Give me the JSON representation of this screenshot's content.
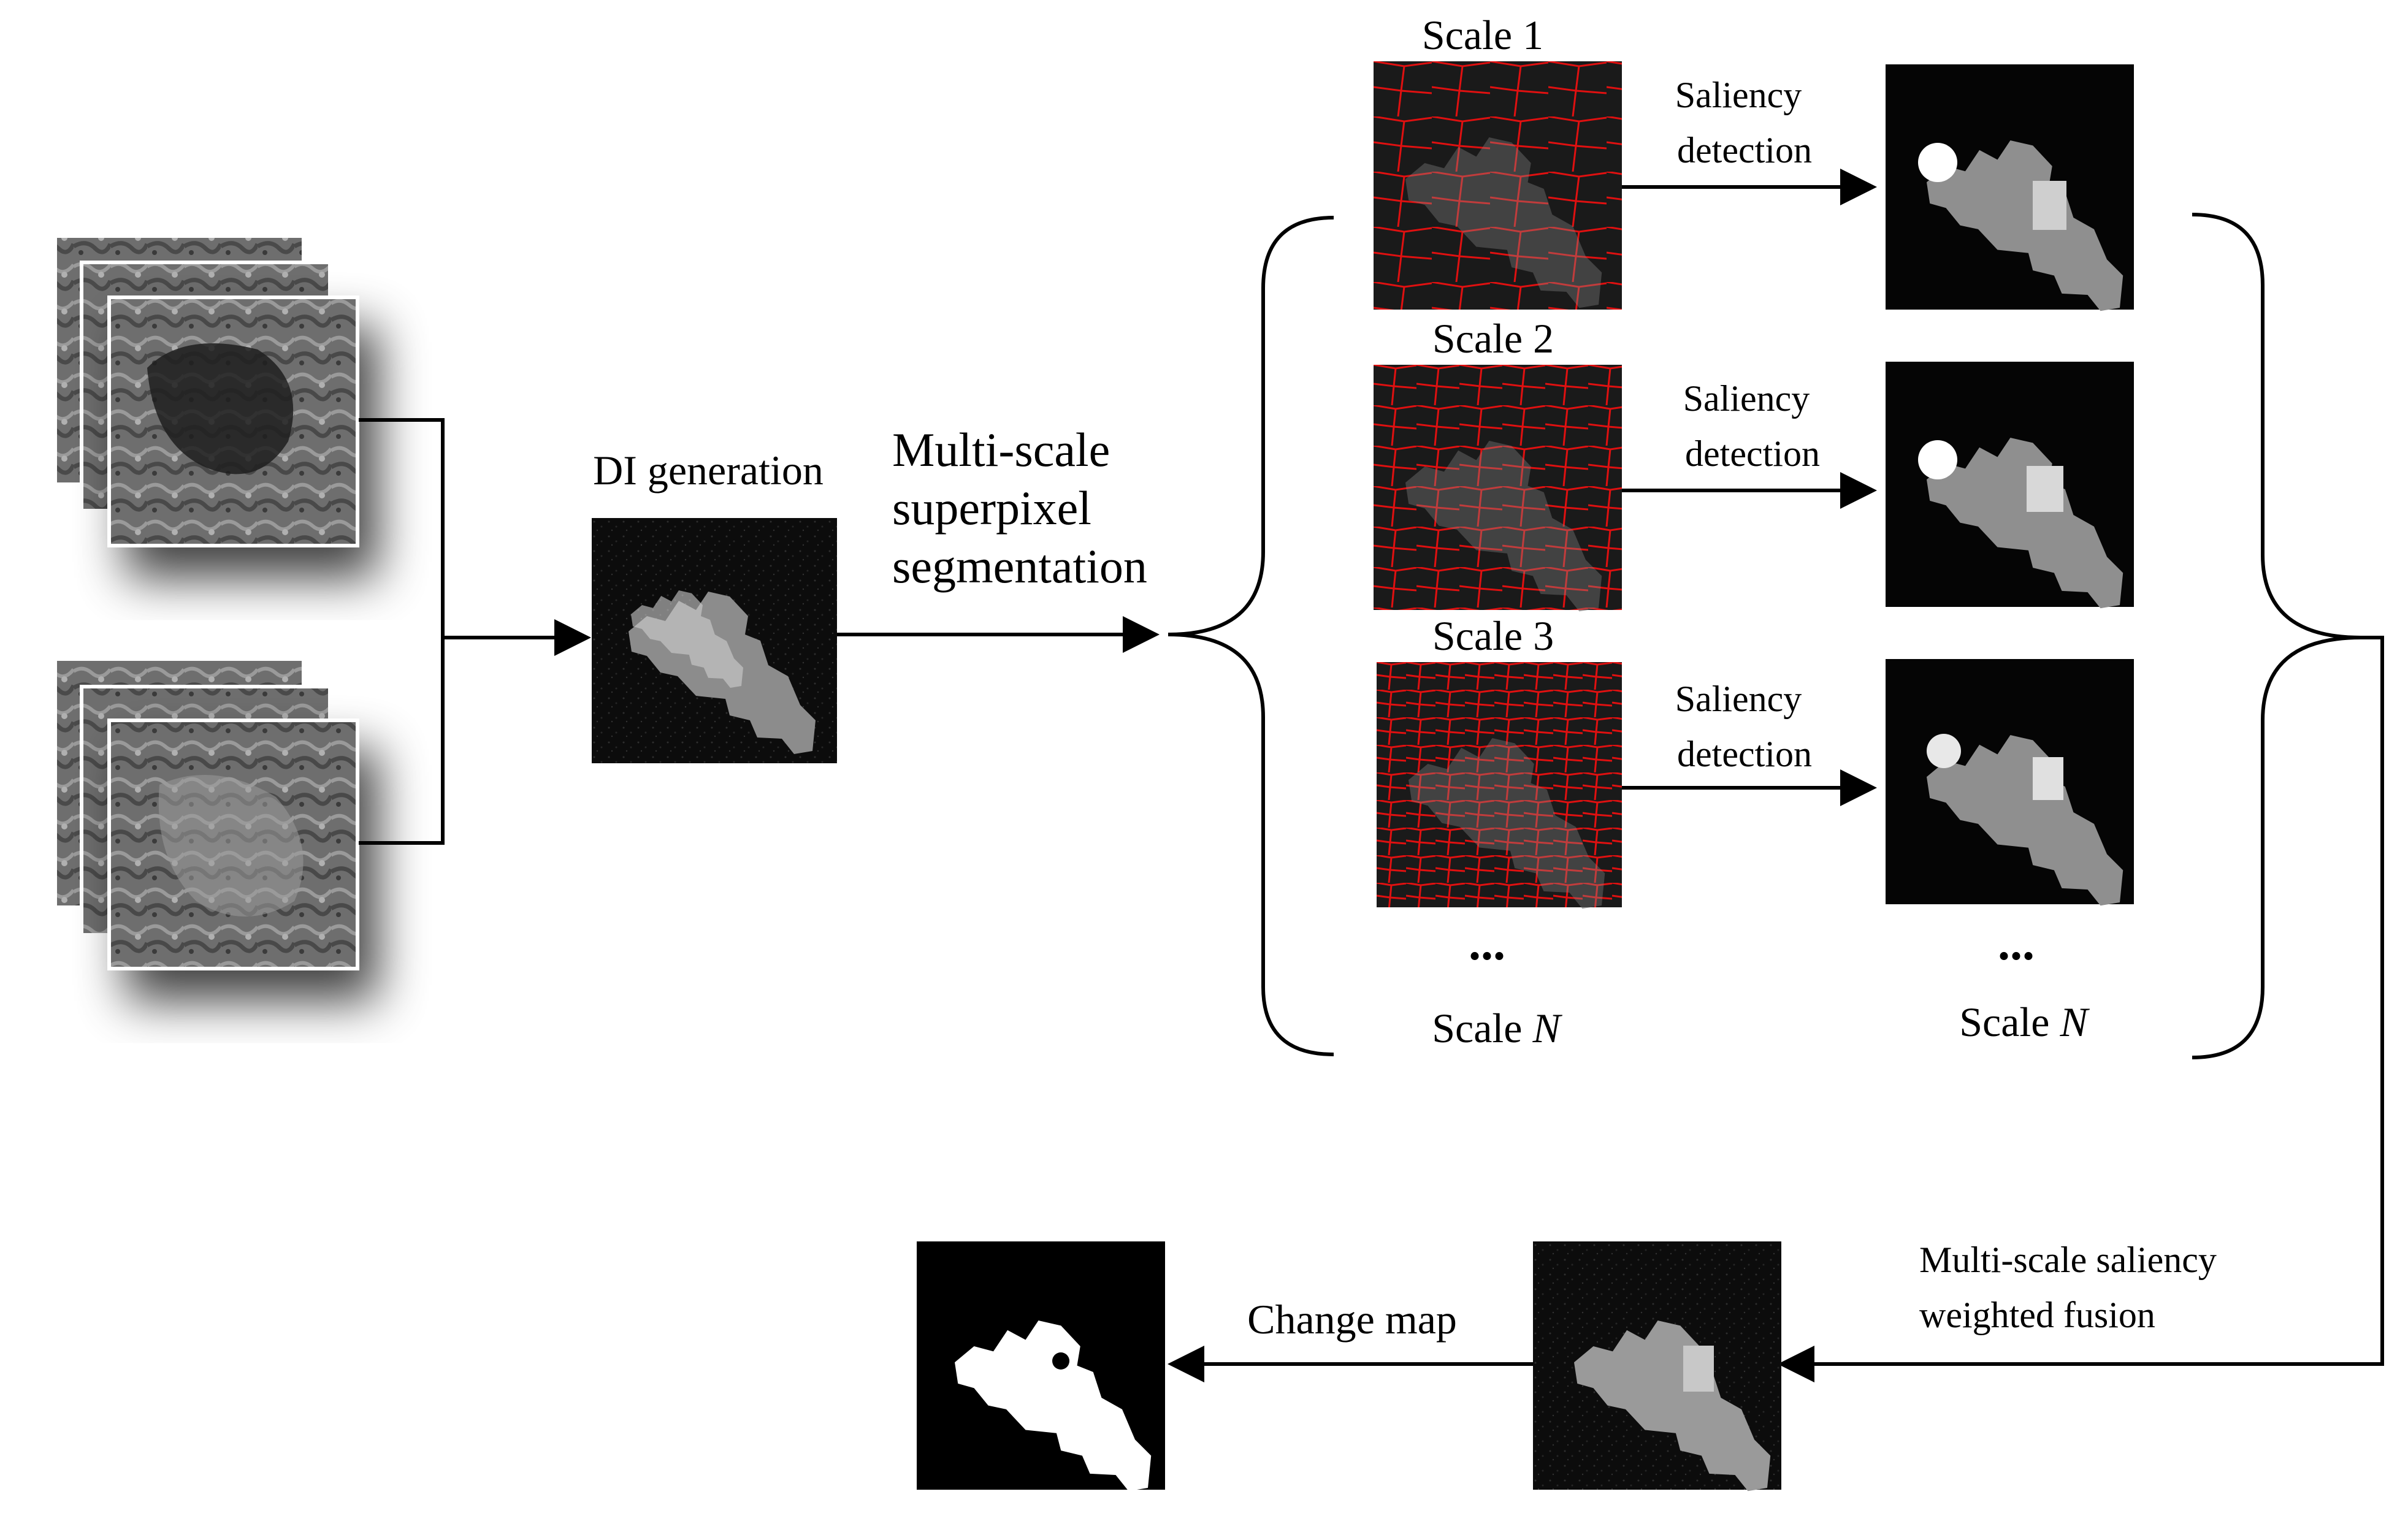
{
  "labels": {
    "di_generation": "DI generation",
    "msss_line1": "Multi-scale",
    "msss_line2": "superpixel",
    "msss_line3": "segmentation",
    "scale1": "Scale 1",
    "scale2": "Scale 2",
    "scale3": "Scale 3",
    "scale_n_left_prefix": "Scale ",
    "scale_n_left_var": "N",
    "scale_n_right_prefix": "Scale ",
    "scale_n_right_var": "N",
    "ellipsis_left": "...",
    "ellipsis_right": "...",
    "saliency1_line1": "Saliency",
    "saliency1_line2": "detection",
    "saliency2_line1": "Saliency",
    "saliency2_line2": "detection",
    "saliency3_line1": "Saliency",
    "saliency3_line2": "detection",
    "fusion_line1": "Multi-scale saliency",
    "fusion_line2": "weighted fusion",
    "change_map": "Change map"
  },
  "colors": {
    "arrow": "#000000",
    "superpixel_boundary": "#e01010",
    "image_background": "#000000",
    "satellite_tone": "#6e6e6e"
  }
}
